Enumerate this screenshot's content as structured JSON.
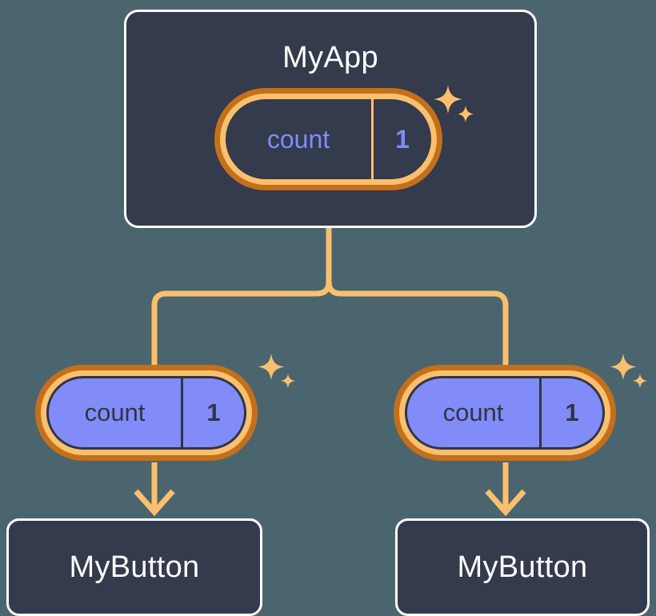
{
  "diagram": {
    "title_text_color": "#ffffff",
    "background_color": "#4b656f",
    "box_fill": "#333b4c",
    "accent_orange_light": "#fbbf6e",
    "accent_orange_dark": "#c4701a",
    "accent_purple": "#818cf8",
    "root": {
      "name": "MyApp",
      "state": {
        "key": "count",
        "value": "1"
      }
    },
    "children": [
      {
        "state": {
          "key": "count",
          "value": "1"
        },
        "component": {
          "name": "MyButton"
        }
      },
      {
        "state": {
          "key": "count",
          "value": "1"
        },
        "component": {
          "name": "MyButton"
        }
      }
    ],
    "icons": {
      "sparkle": "sparkle-icon",
      "arrow_down": "arrow-down-icon"
    }
  }
}
